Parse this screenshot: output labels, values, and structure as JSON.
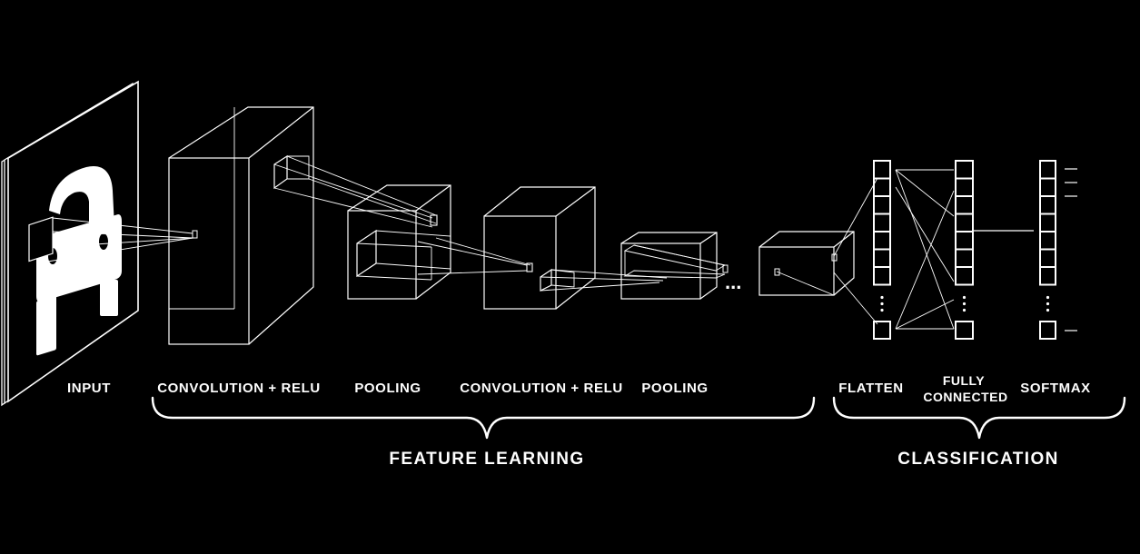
{
  "labels": {
    "input": "INPUT",
    "conv1": "CONVOLUTION + RELU",
    "pool1": "POOLING",
    "conv2": "CONVOLUTION + RELU",
    "pool2": "POOLING",
    "flatten": "FLATTEN",
    "fully_connected_line1": "FULLY",
    "fully_connected_line2": "CONNECTED",
    "softmax": "SOFTMAX"
  },
  "groups": {
    "feature_learning": "FEATURE LEARNING",
    "classification": "CLASSIFICATION"
  },
  "continuation": "...",
  "colors": {
    "background": "#000000",
    "foreground": "#ffffff"
  },
  "icons": {
    "input_image": "car-icon"
  }
}
